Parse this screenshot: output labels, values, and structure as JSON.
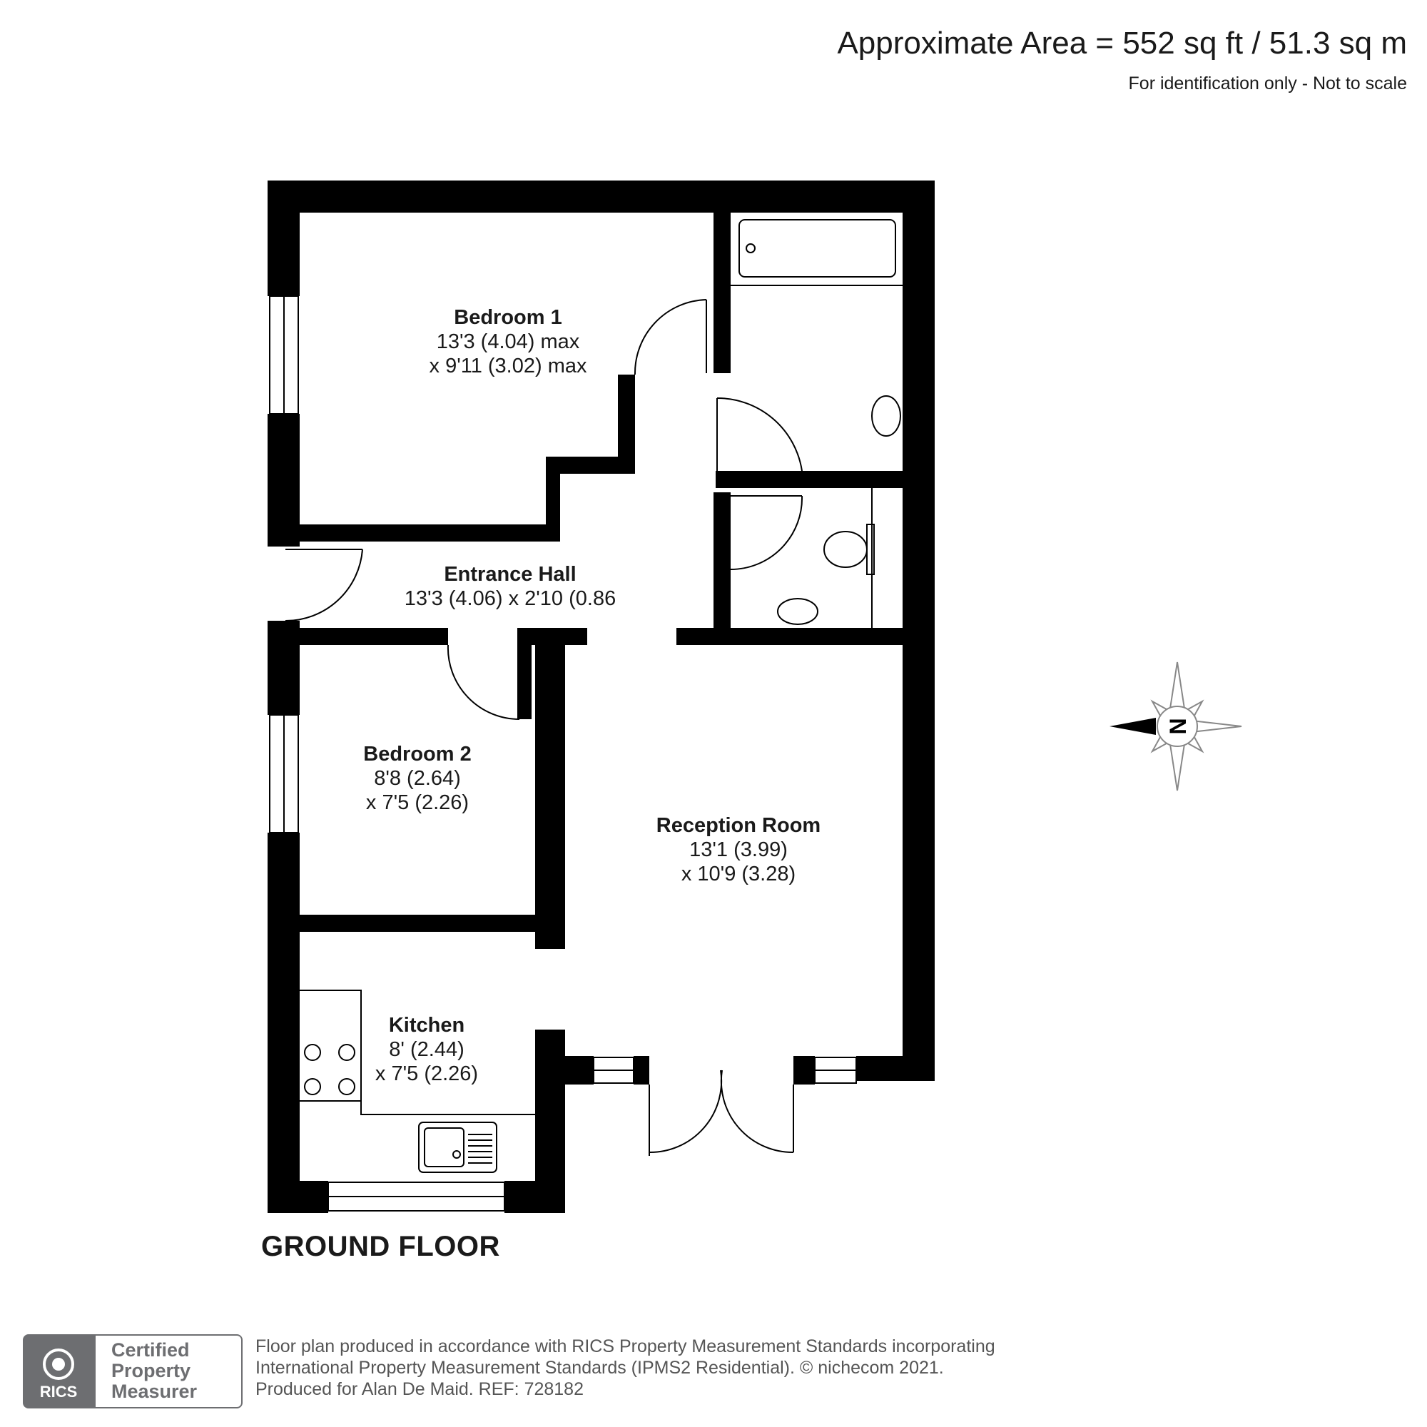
{
  "header": {
    "area": "Approximate Area = 552 sq ft / 51.3 sq m",
    "note": "For identification only - Not to scale"
  },
  "rooms": {
    "bedroom1": {
      "name": "Bedroom 1",
      "dim1": "13'3 (4.04) max",
      "dim2": "x 9'11 (3.02) max"
    },
    "entrance_hall": {
      "name": "Entrance Hall",
      "dim1": "13'3 (4.06) x 2'10 (0.86"
    },
    "bedroom2": {
      "name": "Bedroom 2",
      "dim1": "8'8 (2.64)",
      "dim2": "x 7'5 (2.26)"
    },
    "reception": {
      "name": "Reception Room",
      "dim1": "13'1 (3.99)",
      "dim2": "x 10'9 (3.28)"
    },
    "kitchen": {
      "name": "Kitchen",
      "dim1": "8' (2.44)",
      "dim2": "x 7'5 (2.26)"
    }
  },
  "floor_label": "GROUND FLOOR",
  "compass": {
    "letter": "N",
    "points": "west"
  },
  "footer": {
    "line1": "Floor plan produced in accordance with RICS Property Measurement Standards incorporating",
    "line2": "International Property Measurement Standards (IPMS2 Residential).   © nichecom 2021.",
    "line3": "Produced for Alan De Maid.   REF: 728182"
  },
  "logo": {
    "badge": "RICS",
    "cert_line1": "Certified",
    "cert_line2": "Property",
    "cert_line3": "Measurer"
  },
  "colors": {
    "wall": "#000000",
    "text": "#1a1a1a",
    "logo_grey": "#6d6e71"
  }
}
